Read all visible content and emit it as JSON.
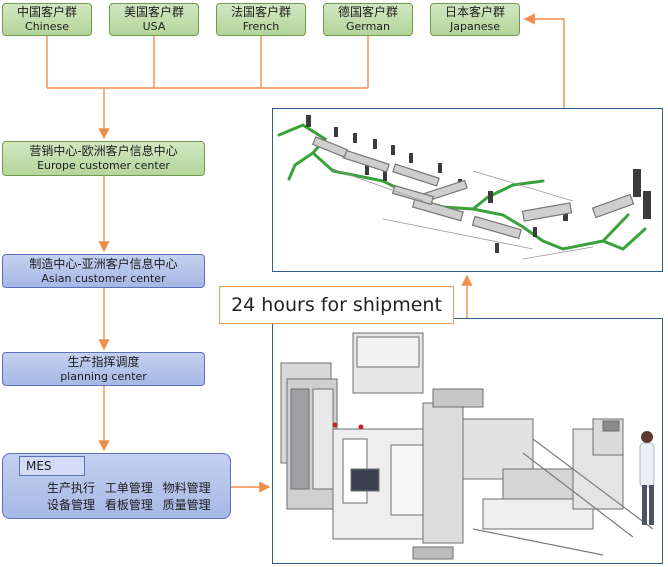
{
  "customer_groups": [
    {
      "cn": "中国客户群",
      "en": "Chinese"
    },
    {
      "cn": "美国客户群",
      "en": "USA"
    },
    {
      "cn": "法国客户群",
      "en": "French"
    },
    {
      "cn": "德国客户群",
      "en": "German"
    },
    {
      "cn": "日本客户群",
      "en": "Japanese"
    }
  ],
  "europe_center": {
    "cn": "营销中心-欧洲客户信息中心",
    "en": "Europe customer center"
  },
  "asian_center": {
    "cn": "制造中心-亚洲客户信息中心",
    "en": "Asian customer center"
  },
  "planning_center": {
    "cn": "生产指挥调度",
    "en": "planning center"
  },
  "mes": {
    "tag": "MES",
    "row1": "生产执行 工单管理 物料管理",
    "row2": "设备管理 看板管理 质量管理"
  },
  "shipment_label": "24 hours for shipment",
  "colors": {
    "green_box": "#c3deb0",
    "blue_box": "#b5c4ea",
    "arrow": "#ef8e4a",
    "frame_border": "#2f5e8a",
    "conveyor": "#3aa23a"
  }
}
